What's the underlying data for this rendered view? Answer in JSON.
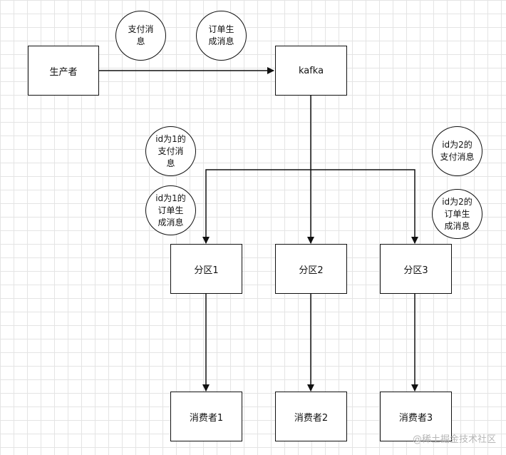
{
  "nodes": {
    "producer": "生产者",
    "kafka": "kafka",
    "partition1": "分区1",
    "partition2": "分区2",
    "partition3": "分区3",
    "consumer1": "消费者1",
    "consumer2": "消费者2",
    "consumer3": "消费者3"
  },
  "messages": {
    "pay_message": "支付消\n息",
    "order_message": "订单生\n成消息",
    "id1_pay": "id为1的\n支付消\n息",
    "id1_order": "id为1的\n订单生\n成消息",
    "id2_pay": "id为2的\n支付消息",
    "id2_order": "id为2的\n订单生\n成消息"
  },
  "watermark": "@稀土掘金技术社区"
}
